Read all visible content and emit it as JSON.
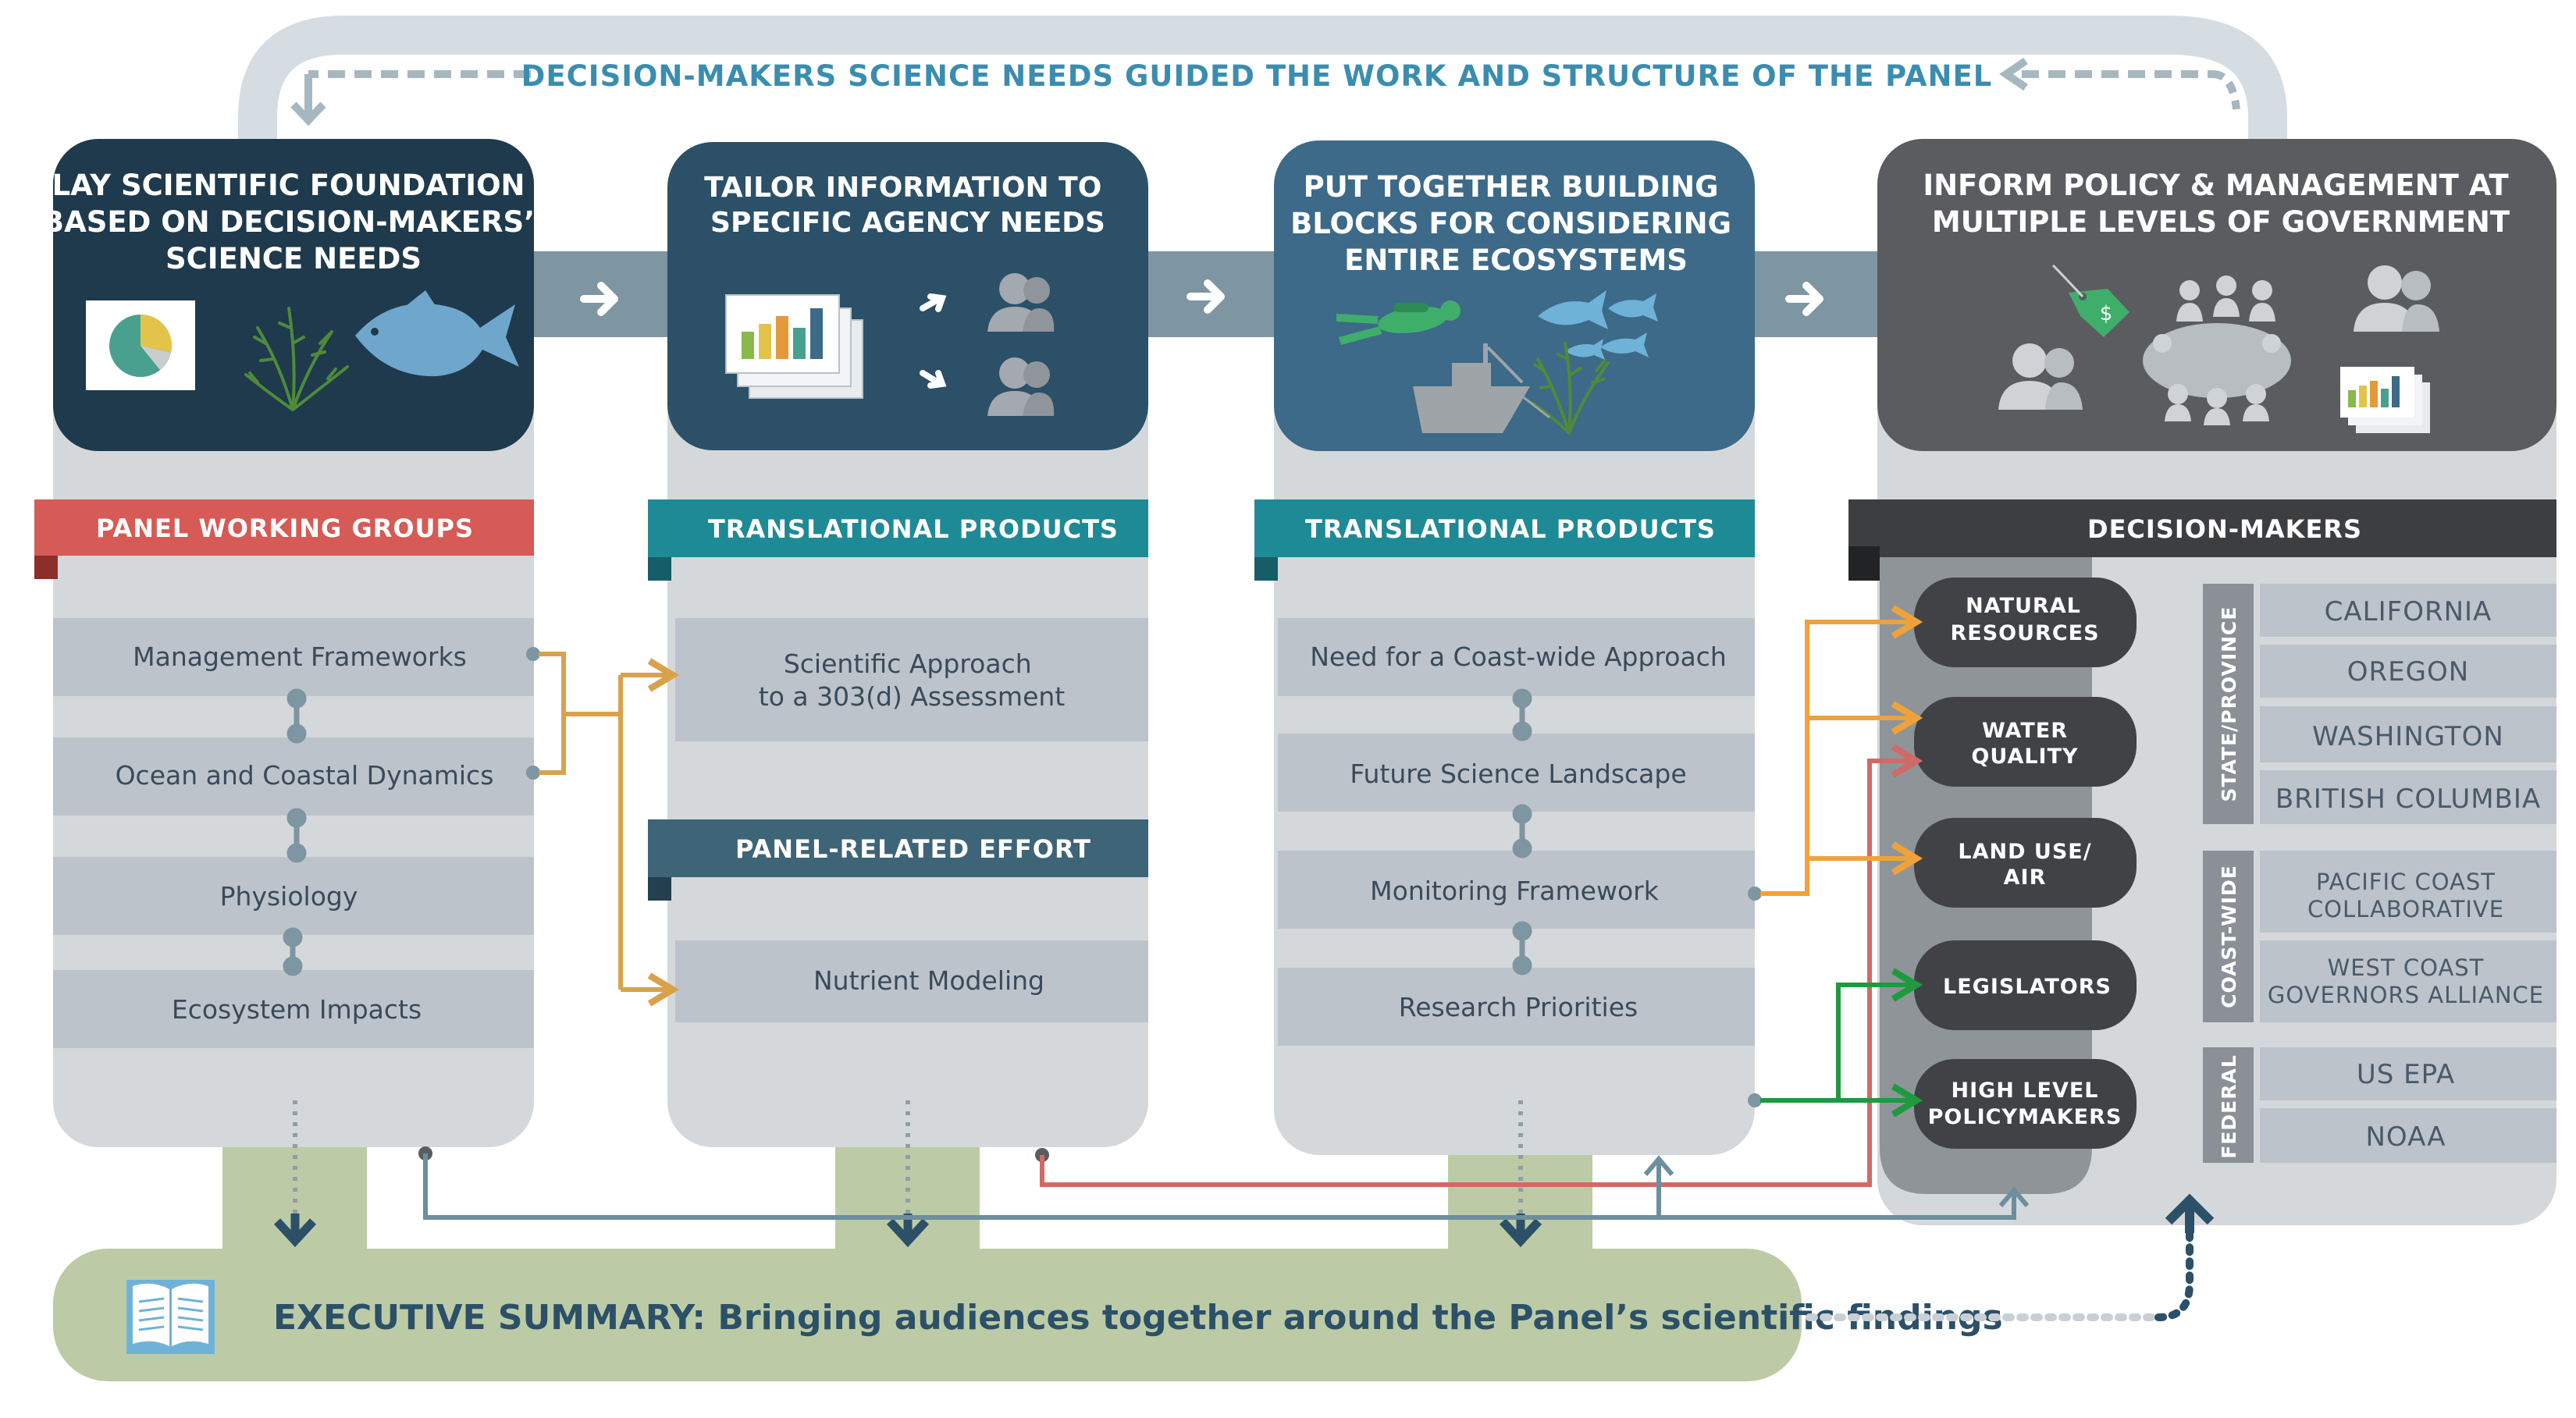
{
  "top_banner": "DECISION-MAKERS SCIENCE NEEDS GUIDED THE WORK AND STRUCTURE OF THE PANEL",
  "columns": [
    {
      "header": [
        "LAY SCIENTIFIC FOUNDATION",
        "BASED ON DECISION-MAKERS’",
        "SCIENCE NEEDS"
      ],
      "bands": [
        {
          "label": "PANEL WORKING GROUPS",
          "items": [
            "Management Frameworks",
            "Ocean and Coastal Dynamics",
            "Physiology",
            "Ecosystem Impacts"
          ]
        }
      ]
    },
    {
      "header": [
        "TAILOR INFORMATION TO",
        "SPECIFIC AGENCY NEEDS"
      ],
      "bands": [
        {
          "label": "TRANSLATIONAL PRODUCTS",
          "items": [
            [
              "Scientific Approach",
              "to a 303(d) Assessment"
            ]
          ]
        },
        {
          "label": "PANEL-RELATED EFFORT",
          "items": [
            "Nutrient Modeling"
          ]
        }
      ]
    },
    {
      "header": [
        "PUT TOGETHER BUILDING",
        "BLOCKS FOR CONSIDERING",
        "ENTIRE ECOSYSTEMS"
      ],
      "bands": [
        {
          "label": "TRANSLATIONAL PRODUCTS",
          "items": [
            "Need for a Coast-wide Approach",
            "Future Science Landscape",
            "Monitoring Framework",
            "Research Priorities"
          ]
        }
      ]
    },
    {
      "header": [
        "INFORM POLICY & MANAGEMENT AT",
        "MULTIPLE LEVELS OF GOVERNMENT"
      ],
      "bands": [
        {
          "label": "DECISION-MAKERS"
        }
      ]
    }
  ],
  "decision_makers": [
    [
      "NATURAL",
      "RESOURCES"
    ],
    [
      "WATER",
      "QUALITY"
    ],
    [
      "LAND USE/",
      "AIR"
    ],
    [
      "LEGISLATORS"
    ],
    [
      "HIGH LEVEL",
      "POLICYMAKERS"
    ]
  ],
  "government_levels": [
    {
      "label": "STATE/PROVINCE",
      "entries": [
        [
          "CALIFORNIA"
        ],
        [
          "OREGON"
        ],
        [
          "WASHINGTON"
        ],
        [
          "BRITISH COLUMBIA"
        ]
      ]
    },
    {
      "label": "COAST-WIDE",
      "entries": [
        [
          "PACIFIC COAST",
          "COLLABORATIVE"
        ],
        [
          "WEST COAST",
          "GOVERNORS ALLIANCE"
        ]
      ]
    },
    {
      "label": "FEDERAL",
      "entries": [
        [
          "US EPA"
        ],
        [
          "NOAA"
        ]
      ]
    }
  ],
  "executive_summary": {
    "bold": "EXECUTIVE SUMMARY:",
    "rest": " Bringing audiences together around the Panel’s scientific findings"
  },
  "colors": {
    "navy_1": "#1e3a4c",
    "navy_2": "#2b5068",
    "navy_3": "#3c6a88",
    "charcoal": "#5a5c5f",
    "panel_gray": "#d5d8db",
    "item_gray": "#bcc3ca",
    "red_band": "#d65a55",
    "teal_band": "#1e8a96",
    "slate_band": "#3e6478",
    "dark_band": "#3d3e40",
    "summary_green": "#bccba6",
    "banner_blue": "#3b8db0",
    "arrow_gold": "#d8a24c",
    "arrow_orange": "#f0a23a",
    "arrow_red": "#d06a66",
    "arrow_green": "#1f9a3e",
    "arrow_steel": "#6c8e9e"
  },
  "icons": [
    "pie-chart-icon",
    "seaweed-icon",
    "fish-icon",
    "report-stack-icon",
    "audience-icon",
    "diver-icon",
    "boat-icon",
    "price-tag-icon",
    "meeting-table-icon"
  ]
}
